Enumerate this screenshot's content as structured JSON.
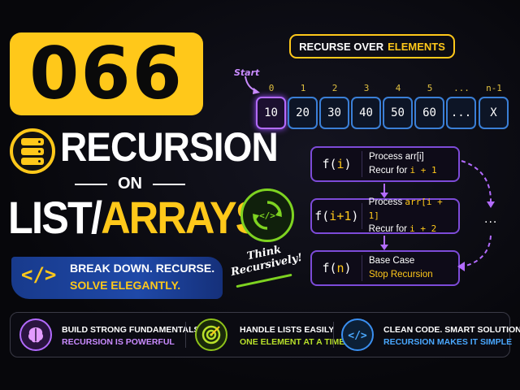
{
  "title": {
    "episode": "066",
    "line1": "RECURSION",
    "line2": "ON",
    "line3_white": "LIST/",
    "line3_yellow": "ARRAYS"
  },
  "banner": {
    "line1": "BREAK DOWN. RECURSE.",
    "line2": "SOLVE ELEGANTLY."
  },
  "think": {
    "line1": "Think",
    "line2": "Recursively!"
  },
  "header": {
    "white": "RECURSE OVER",
    "yellow": "ELEMENTS"
  },
  "array": {
    "start_label": "Start",
    "indices": [
      "0",
      "1",
      "2",
      "3",
      "4",
      "5",
      "...",
      "n-1"
    ],
    "values": [
      "10",
      "20",
      "30",
      "40",
      "50",
      "60",
      "...",
      "X"
    ]
  },
  "flow": [
    {
      "fn": "f(",
      "arg": "i",
      "fn_end": ")",
      "line1": "Process arr[i]",
      "line2_a": "Recur for ",
      "line2_b": "i + 1"
    },
    {
      "fn": "f(",
      "arg": "i+1",
      "fn_end": ")",
      "line1_a": "Process ",
      "line1_b": "arr[i + 1]",
      "line2_a": "Recur for ",
      "line2_b": "i + 2"
    },
    {
      "fn": "f(",
      "arg": "n",
      "fn_end": ")",
      "line1": "Base Case",
      "line2": "Stop Recursion"
    }
  ],
  "flow_dots": "...",
  "features": [
    {
      "title": "BUILD STRONG FUNDAMENTALS",
      "subtitle": "RECURSION IS POWERFUL",
      "color": "#c98bff",
      "icon": "brain-icon"
    },
    {
      "title": "HANDLE LISTS EASILY",
      "subtitle": "ONE ELEMENT AT A TIME",
      "color": "#b8e02a",
      "icon": "target-icon"
    },
    {
      "title": "CLEAN CODE. SMART SOLUTIONS",
      "subtitle": "RECURSION MAKES IT SIMPLE",
      "color": "#4aa8ff",
      "icon": "code-icon"
    }
  ],
  "colors": {
    "accent_yellow": "#ffc81a",
    "purple": "#b36bff",
    "green": "#7ed321",
    "blue": "#3a7fd6"
  }
}
